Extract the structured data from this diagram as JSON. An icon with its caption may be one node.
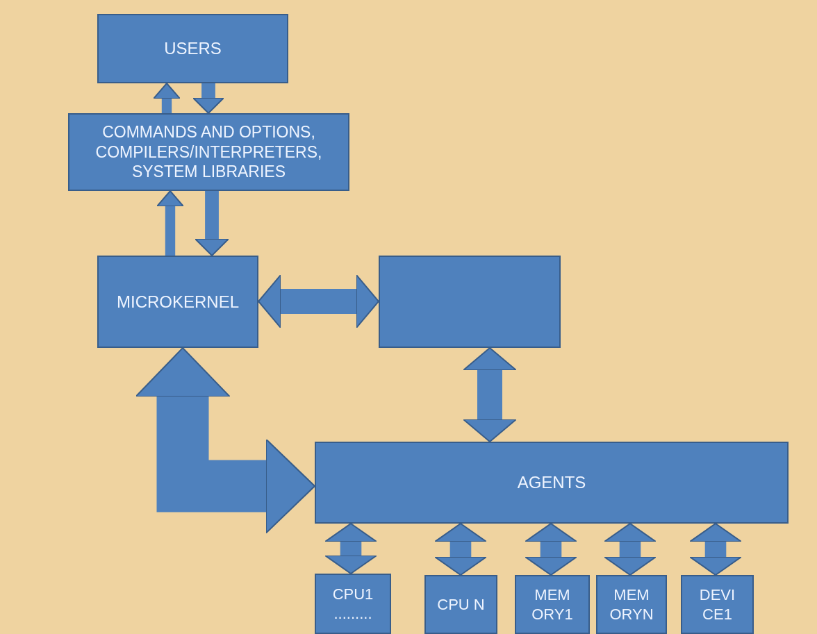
{
  "diagram": {
    "nodes": [
      {
        "text": [
          "USERS"
        ]
      },
      {
        "text": [
          "COMMANDS AND OPTIONS, COMPILERS/INTERPRETERS, SYSTEM LIBRARIES"
        ]
      },
      {
        "text": [
          "MICROKERNEL"
        ]
      },
      {
        "text": [],
        "shape": "box"
      },
      {
        "text": [
          "AGENTS"
        ]
      },
      {
        "text": [
          "CPU1 ........."
        ]
      },
      {
        "text": [
          "CPU N"
        ]
      },
      {
        "text": [
          "MEM ORY1"
        ]
      },
      {
        "text": [
          "MEM ORYN"
        ]
      },
      {
        "text": [
          "DEVI CE1"
        ]
      }
    ],
    "edges": [
      {
        "from": 1,
        "to": 0,
        "arrow": "to"
      },
      {
        "from": 0,
        "to": 1,
        "arrow": "to"
      },
      {
        "from": 2,
        "to": 1,
        "arrow": "to"
      },
      {
        "from": 1,
        "to": 2,
        "arrow": "to"
      },
      {
        "from": 2,
        "to": 3,
        "arrow": "both"
      },
      {
        "from": 3,
        "to": 4,
        "arrow": "both"
      },
      {
        "from": 2,
        "to": 4,
        "arrow": "both",
        "style": "thick"
      },
      {
        "from": 4,
        "to": 5,
        "arrow": "both"
      },
      {
        "from": 4,
        "to": 6,
        "arrow": "both"
      },
      {
        "from": 4,
        "to": 7,
        "arrow": "both"
      },
      {
        "from": 4,
        "to": 8,
        "arrow": "both"
      },
      {
        "from": 4,
        "to": 9,
        "arrow": "both"
      }
    ]
  }
}
